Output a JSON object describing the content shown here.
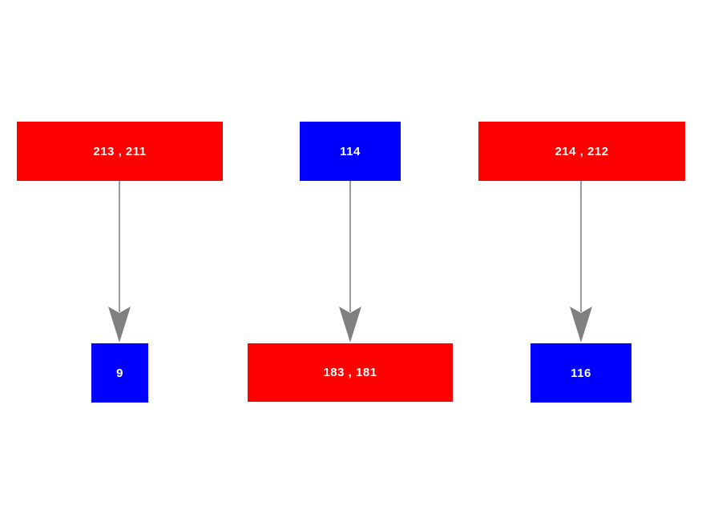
{
  "diagram": {
    "colors": {
      "background": "#ffffff",
      "red": "#ff0000",
      "blue": "#0000ff",
      "arrow": "#808080",
      "label_text": "#ffffff"
    },
    "nodes": [
      {
        "id": "top-left",
        "label": "213 , 211",
        "color": "#ff0000"
      },
      {
        "id": "top-center",
        "label": "114",
        "color": "#0000ff"
      },
      {
        "id": "top-right",
        "label": "214 , 212",
        "color": "#ff0000"
      },
      {
        "id": "bottom-left",
        "label": "9",
        "color": "#0000ff"
      },
      {
        "id": "bottom-center",
        "label": "183 , 181",
        "color": "#ff0000"
      },
      {
        "id": "bottom-right",
        "label": "116",
        "color": "#0000ff"
      }
    ],
    "edges": [
      {
        "from": "top-left",
        "to": "bottom-left"
      },
      {
        "from": "top-center",
        "to": "bottom-center"
      },
      {
        "from": "top-right",
        "to": "bottom-right"
      }
    ]
  }
}
